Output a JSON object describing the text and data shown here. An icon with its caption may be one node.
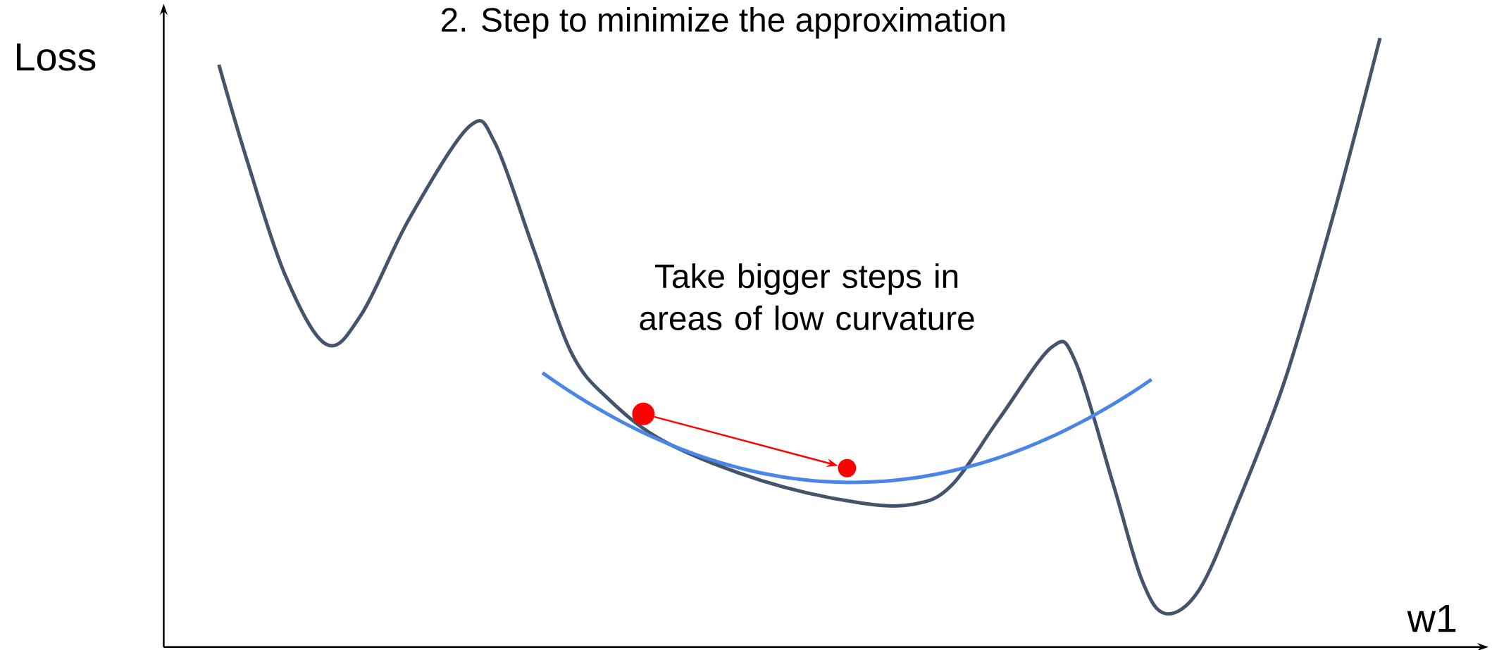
{
  "diagram": {
    "title": "2. Step to minimize the approximation",
    "nodes": [
      {
        "text": [],
        "shape": "circle"
      },
      {
        "text": [],
        "shape": "circle"
      }
    ],
    "edges": [
      {
        "from": 0,
        "to": 1,
        "arrow": "to"
      }
    ],
    "labels": [
      "Loss",
      "w1",
      "Take bigger steps in areas of low curvature"
    ]
  }
}
